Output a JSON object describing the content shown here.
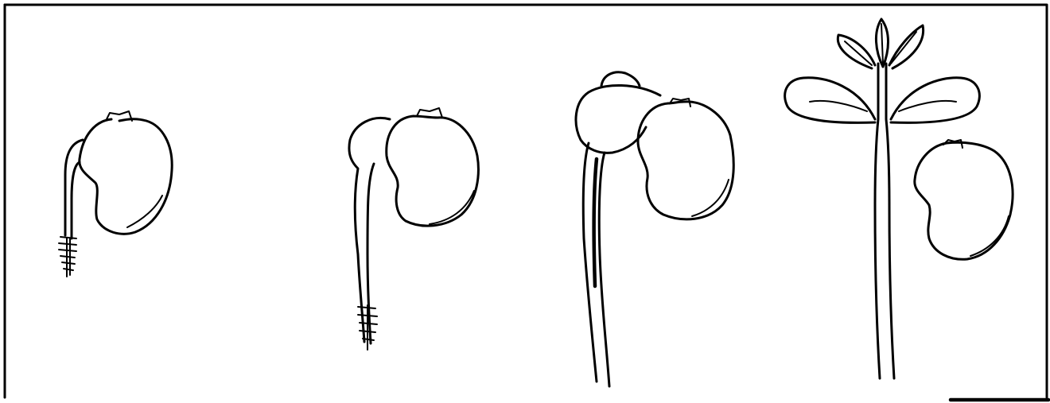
{
  "figure": {
    "stages": [
      {
        "id": "stage-1"
      },
      {
        "id": "stage-2"
      },
      {
        "id": "stage-3"
      },
      {
        "id": "stage-4"
      }
    ]
  }
}
